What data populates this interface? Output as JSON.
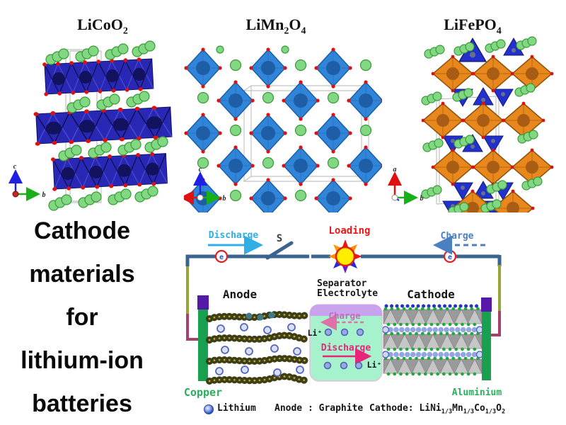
{
  "slide": {
    "background": "#ffffff"
  },
  "structures": [
    {
      "name": "LiCoO2",
      "formula": [
        {
          "t": "LiCoO"
        },
        {
          "s": "2"
        }
      ],
      "axes": {
        "up": "c",
        "right": "b"
      }
    },
    {
      "name": "LiMn2O4",
      "formula": [
        {
          "t": "LiMn"
        },
        {
          "s": "2"
        },
        {
          "t": "O"
        },
        {
          "s": "4"
        }
      ],
      "axes": {
        "up": "c",
        "right": "b"
      }
    },
    {
      "name": "LiFePO4",
      "formula": [
        {
          "t": "LiFePO"
        },
        {
          "s": "4"
        }
      ],
      "axes": {
        "up": "a",
        "right": "b"
      }
    }
  ],
  "caption": {
    "lines": [
      "Cathode",
      "materials",
      "for",
      "lithium-ion",
      "batteries"
    ]
  },
  "battery": {
    "discharge_label": "Discharge",
    "switch_label": "S",
    "loading_label": "Loading",
    "charge_label": "Charge",
    "electron_label": "e",
    "anode_label": "Anode",
    "separator_label": "Separator",
    "electrolyte_label": "Electrolyte",
    "cathode_label": "Cathode",
    "box_charge_label": "Charge",
    "box_discharge_label": "Discharge",
    "li_ion_left": "Li⁺",
    "li_ion_right": "Li⁺",
    "copper_label": "Copper",
    "aluminium_label": "Aluminium",
    "legend": {
      "lithium_label": "Lithium",
      "anode_text": "Anode : Graphite",
      "cathode_formula": [
        {
          "t": "Cathode: LiNi"
        },
        {
          "s": "1/3"
        },
        {
          "t": "Mn"
        },
        {
          "s": "1/3"
        },
        {
          "t": "Co"
        },
        {
          "s": "1/3"
        },
        {
          "t": "O"
        },
        {
          "s": "2"
        }
      ]
    }
  },
  "colors": {
    "octahedra_licoo2": "#2828b4",
    "octahedra_limn2o4": "#3085d8",
    "octahedra_fepo4": "#e8871b",
    "tetrahedra_po4": "#2231cc",
    "lithium_green": "#82d882",
    "oxygen_red": "#e01010",
    "wire_blue": "#3a648f",
    "wire_olive": "#97a636",
    "wire_magenta": "#a8406e",
    "collector_green": "#18a050",
    "collector_purple": "#5518a8",
    "discharge_blue": "#31aee5",
    "charge_blue": "#4a7fc1",
    "loading_red": "#e81818",
    "sun_yellow": "#ffee00",
    "separator_purple": "#c9a3ee",
    "electrolyte_mint": "#a5f2cd",
    "label_green": "#2ab05a",
    "ion_magenta": "#e8257a"
  }
}
